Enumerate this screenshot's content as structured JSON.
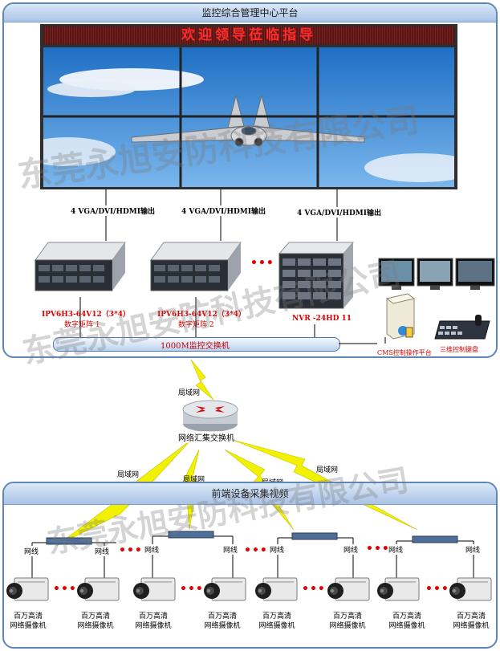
{
  "top_panel": {
    "title": "监控综合管理中心平台"
  },
  "led_banner": "欢迎领导莅临指导",
  "outputs": [
    "4 VGA/DVI/HDMI输出",
    "4 VGA/DVI/HDMI输出",
    "4 VGA/DVI/HDMI输出"
  ],
  "devices": {
    "matrix1": {
      "model": "IPV6H3-64V12（3*4）",
      "name": "数字矩阵 1"
    },
    "matrix2": {
      "model": "IPV6H3-64V12（3*4）",
      "name": "数字矩阵 2"
    },
    "nvr": {
      "model": "NVR -24HD 11"
    },
    "cms": "CMS控制操作平台",
    "keyboard": "三维控制键盘"
  },
  "switch_bar": "1000M监控交换机",
  "core_switch": {
    "label": "网络汇集交换机",
    "lan_top": "局域网"
  },
  "lan_links": [
    "局域网",
    "局域网",
    "局域网",
    "局域网"
  ],
  "bottom_panel": {
    "title": "前端设备采集视频"
  },
  "cable_label": "网线",
  "camera_label_line1": "百万高清",
  "camera_label_line2": "网络摄像机",
  "ellipsis": "•••",
  "watermark": "东莞永旭安防科技有限公司",
  "colors": {
    "panel_border": "#5f86b8",
    "led_bg": "#6e1d1d",
    "led_text": "#ff2b2b",
    "switch_bar": "#cfe0f4",
    "lightning": "#f2f200"
  }
}
